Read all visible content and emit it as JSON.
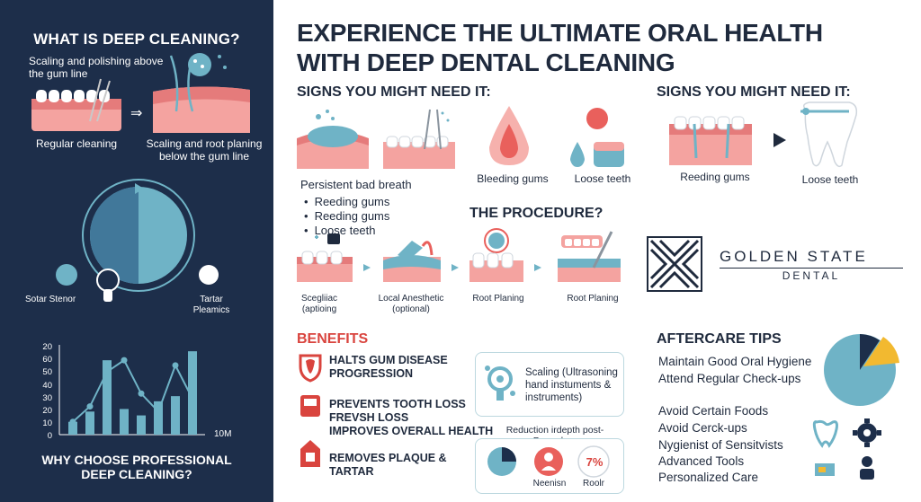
{
  "left": {
    "title": "WHAT IS DEEP CLEANING?",
    "top_caption": "Scaling and polishing above the gum line",
    "regular_label": "Regular cleaning",
    "scaling_label": "Scaling and root planing below the gum line",
    "left_icon_label": "Sotar Stenor",
    "right_icon_label": "Tartar Pleamics",
    "bottom_title": "WHY CHOOSE PROFESSIONAL DEEP CLEANING?"
  },
  "chart_data": {
    "type": "bar",
    "y_ticks": [
      "20",
      "60",
      "50",
      "40",
      "30",
      "20",
      "10",
      "0"
    ],
    "x_end_label": "10M",
    "values": [
      10,
      18,
      58,
      20,
      15,
      26,
      30,
      65
    ],
    "line": [
      10,
      22,
      49,
      58,
      32,
      18,
      54,
      28
    ]
  },
  "header": {
    "title": "EXPERIENCE THE ULTIMATE ORAL HEALTH WITH DEEP DENTAL CLEANING"
  },
  "signs": {
    "title": "SIGNS YOU MIGHT NEED IT:",
    "bad_breath": "Persistent bad breath",
    "bleeding": "Bleeding gums",
    "loose": "Loose teeth",
    "bullets": [
      "Reeding gums",
      "Reeding gums",
      "Loose teeth"
    ]
  },
  "signs_right": {
    "title": "SIGNS YOU MIGHT NEED IT:",
    "reeding": "Reeding gums",
    "loose": "Loose teeth"
  },
  "procedure": {
    "title": "THE PROCEDURE?",
    "steps": [
      {
        "line1": "Scegliiac",
        "line2": "(aptioing"
      },
      {
        "line1": "Local Anesthetic",
        "line2": "(optional)"
      },
      {
        "line1": "Root Planing",
        "line2": ""
      },
      {
        "line1": "Root Planing",
        "line2": ""
      }
    ]
  },
  "brand": {
    "name": "GOLDEN STATE",
    "sub": "DENTAL"
  },
  "benefits": {
    "title": "BENEFITS",
    "items": [
      {
        "line1": "HALTS GUM DISEASE",
        "line2": "PROGRESSION",
        "line3": ""
      },
      {
        "line1": "PREVENTS TOOTH LOSS",
        "line2": "FREVSH LOSS",
        "line3": "IMPROVES OVERALL HEALTH"
      },
      {
        "line1": "REMOVES PLAQUE &",
        "line2": "TARTAR",
        "line3": ""
      }
    ]
  },
  "scaling_box": {
    "text": "Scaling (Ultrasoning hand instuments & instruments)",
    "reduction": "Reduction irdepth post-Procedure",
    "left_label": "Neenisn",
    "right_label": "Roolr",
    "percent": "7%"
  },
  "aftercare": {
    "title": "AFTERCARE TIPS",
    "tips_a": [
      "Maintain Good Oral Hygiene",
      "Attend Regular Check-ups"
    ],
    "tips_b": [
      "Avoid Certain Foods",
      "Avoid Cerck-ups",
      "Nygienist of Sensitvists",
      "Advanced Tools",
      "Personalized Care"
    ]
  },
  "colors": {
    "navy": "#1d2e4a",
    "teal": "#6fb3c6",
    "red": "#d9443e",
    "gum": "#f08c8c",
    "yellow": "#f2b930"
  }
}
